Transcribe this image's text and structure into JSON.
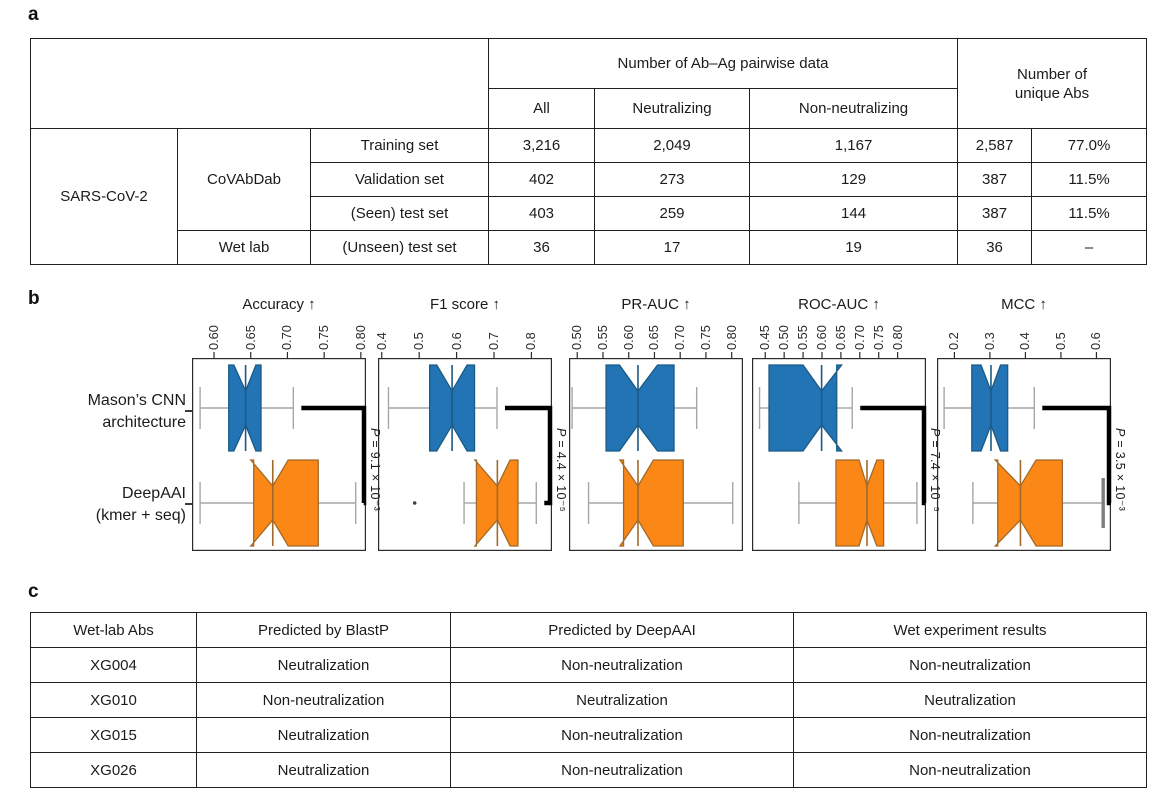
{
  "panel_labels": {
    "a": "a",
    "b": "b",
    "c": "c"
  },
  "table_a": {
    "header_pairwise": "Number of Ab–Ag pairwise data",
    "header_unique": "Number of unique Abs",
    "col_all": "All",
    "col_neutralizing": "Neutralizing",
    "col_non_neutralizing": "Non-neutralizing",
    "virus": "SARS-CoV-2",
    "source_covabdab": "CoVAbDab",
    "source_wetlab": "Wet lab",
    "rows": [
      {
        "set": "Training set",
        "all": "3,216",
        "neutralizing": "2,049",
        "non_neutralizing": "1,167",
        "unique_abs": "2,587",
        "pct": "77.0%"
      },
      {
        "set": "Validation set",
        "all": "402",
        "neutralizing": "273",
        "non_neutralizing": "129",
        "unique_abs": "387",
        "pct": "11.5%"
      },
      {
        "set": "(Seen) test set",
        "all": "403",
        "neutralizing": "259",
        "non_neutralizing": "144",
        "unique_abs": "387",
        "pct": "11.5%"
      },
      {
        "set": "(Unseen) test set",
        "all": "36",
        "neutralizing": "17",
        "non_neutralizing": "19",
        "unique_abs": "36",
        "pct": "–"
      }
    ]
  },
  "panel_b": {
    "row_labels": [
      {
        "line1": "Mason’s CNN",
        "line2": "architecture"
      },
      {
        "line1": "DeepAAI",
        "line2": "(kmer + seq)"
      }
    ]
  },
  "chart_style": {
    "whisker_color": "#a6a6a6",
    "frame_color": "#2b2b2b",
    "bracket_color": "#000000",
    "outlier_color": "#3f3f3f"
  },
  "chart_data": [
    {
      "type": "box",
      "title": "Accuracy ↑",
      "xlim": [
        0.57,
        0.807
      ],
      "xtick_values": [
        0.6,
        0.65,
        0.7,
        0.75,
        0.8
      ],
      "xtick_labels": [
        "0.60",
        "0.65",
        "0.70",
        "0.75",
        "0.80"
      ],
      "p_label": "P = 9.1 × 10⁻³",
      "series": [
        {
          "name": "Mason’s CNN architecture",
          "fill": "#2274b5",
          "edge": "#1b5a85",
          "whislo": 0.581,
          "q1": 0.62,
          "notch_lo": 0.627,
          "med": 0.643,
          "notch_hi": 0.657,
          "q3": 0.664,
          "whishi": 0.708,
          "outliers": []
        },
        {
          "name": "DeepAAI (kmer + seq)",
          "fill": "#fa8716",
          "edge": "#a26a2a",
          "whislo": 0.581,
          "q1": 0.654,
          "notch_lo": 0.65,
          "med": 0.68,
          "notch_hi": 0.701,
          "q3": 0.742,
          "whishi": 0.793,
          "outliers": []
        }
      ]
    },
    {
      "type": "box",
      "title": "F1 score ↑",
      "xlim": [
        0.39,
        0.855
      ],
      "xtick_values": [
        0.4,
        0.5,
        0.6,
        0.7,
        0.8
      ],
      "xtick_labels": [
        "0.4",
        "0.5",
        "0.6",
        "0.7",
        "0.8"
      ],
      "p_label": "P = 4.4 × 10⁻⁵",
      "series": [
        {
          "name": "Mason’s CNN architecture",
          "fill": "#2274b5",
          "edge": "#1b5a85",
          "whislo": 0.418,
          "q1": 0.528,
          "notch_lo": 0.547,
          "med": 0.588,
          "notch_hi": 0.628,
          "q3": 0.648,
          "whishi": 0.708,
          "outliers": []
        },
        {
          "name": "DeepAAI (kmer + seq)",
          "fill": "#fa8716",
          "edge": "#a26a2a",
          "whislo": 0.62,
          "q1": 0.653,
          "notch_lo": 0.649,
          "med": 0.709,
          "notch_hi": 0.743,
          "q3": 0.764,
          "whishi": 0.813,
          "outliers": [
            0.488
          ]
        }
      ]
    },
    {
      "type": "box",
      "title": "PR-AUC ↑",
      "xlim": [
        0.484,
        0.822
      ],
      "xtick_values": [
        0.5,
        0.55,
        0.6,
        0.65,
        0.7,
        0.75,
        0.8
      ],
      "xtick_labels": [
        "0.50",
        "0.55",
        "0.60",
        "0.65",
        "0.70",
        "0.75",
        "0.80"
      ],
      "p_label": null,
      "series": [
        {
          "name": "Mason’s CNN architecture",
          "fill": "#2274b5",
          "edge": "#1b5a85",
          "whislo": 0.49,
          "q1": 0.556,
          "notch_lo": 0.582,
          "med": 0.618,
          "notch_hi": 0.656,
          "q3": 0.688,
          "whishi": 0.732,
          "outliers": []
        },
        {
          "name": "DeepAAI (kmer + seq)",
          "fill": "#fa8716",
          "edge": "#a26a2a",
          "whislo": 0.522,
          "q1": 0.59,
          "notch_lo": 0.583,
          "med": 0.618,
          "notch_hi": 0.648,
          "q3": 0.706,
          "whishi": 0.802,
          "outliers": []
        }
      ]
    },
    {
      "type": "box",
      "title": "ROC-AUC ↑",
      "xlim": [
        0.415,
        0.875
      ],
      "xtick_values": [
        0.45,
        0.5,
        0.55,
        0.6,
        0.65,
        0.7,
        0.75,
        0.8
      ],
      "xtick_labels": [
        "0.45",
        "0.50",
        "0.55",
        "0.60",
        "0.65",
        "0.70",
        "0.75",
        "0.80"
      ],
      "p_label": "P = 7.4 × 10⁻⁵",
      "series": [
        {
          "name": "Mason’s CNN architecture",
          "fill": "#2274b5",
          "edge": "#1b5a85",
          "whislo": 0.435,
          "q1": 0.46,
          "notch_lo": 0.55,
          "med": 0.599,
          "notch_hi": 0.652,
          "q3": 0.639,
          "whishi": 0.68,
          "outliers": []
        },
        {
          "name": "DeepAAI (kmer + seq)",
          "fill": "#fa8716",
          "edge": "#a26a2a",
          "whislo": 0.539,
          "q1": 0.637,
          "notch_lo": 0.698,
          "med": 0.719,
          "notch_hi": 0.745,
          "q3": 0.763,
          "whishi": 0.851,
          "outliers": []
        }
      ]
    },
    {
      "type": "box",
      "title": "MCC ↑",
      "xlim": [
        0.151,
        0.641
      ],
      "xtick_values": [
        0.2,
        0.3,
        0.4,
        0.5,
        0.6
      ],
      "xtick_labels": [
        "0.2",
        "0.3",
        "0.4",
        "0.5",
        "0.6"
      ],
      "p_label": "P = 3.5 × 10⁻³",
      "series": [
        {
          "name": "Mason’s CNN architecture",
          "fill": "#2274b5",
          "edge": "#1b5a85",
          "whislo": 0.171,
          "q1": 0.249,
          "notch_lo": 0.275,
          "med": 0.303,
          "notch_hi": 0.33,
          "q3": 0.35,
          "whishi": 0.425,
          "outliers": []
        },
        {
          "name": "DeepAAI (kmer + seq)",
          "fill": "#fa8716",
          "edge": "#a26a2a",
          "whislo": 0.252,
          "q1": 0.322,
          "notch_lo": 0.315,
          "med": 0.386,
          "notch_hi": 0.43,
          "q3": 0.504,
          "whishi": 0.619,
          "outliers": [],
          "emphasis_cap_hi": true
        }
      ]
    }
  ],
  "table_c": {
    "headers": [
      "Wet-lab Abs",
      "Predicted by BlastP",
      "Predicted by DeepAAI",
      "Wet experiment results"
    ],
    "rows": [
      [
        "XG004",
        "Neutralization",
        "Non-neutralization",
        "Non-neutralization"
      ],
      [
        "XG010",
        "Non-neutralization",
        "Neutralization",
        "Neutralization"
      ],
      [
        "XG015",
        "Neutralization",
        "Non-neutralization",
        "Non-neutralization"
      ],
      [
        "XG026",
        "Neutralization",
        "Non-neutralization",
        "Non-neutralization"
      ]
    ]
  }
}
